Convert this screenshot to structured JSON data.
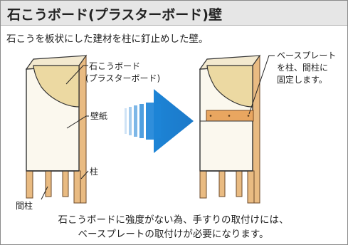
{
  "title": "石こうボード(プラスターボード)壁",
  "subtitle": "石こうを板状にした建材を柱に釘止めした壁。",
  "labels": {
    "gypsum_board_line1": "石こうボード",
    "gypsum_board_line2": "(プラスターボード)",
    "wallpaper": "壁紙",
    "pillar": "柱",
    "stud": "間柱",
    "base_plate_line1": "ベースプレート",
    "base_plate_line2": "を柱、間柱に",
    "base_plate_line3": "固定します。"
  },
  "note": {
    "line1": "石こうボードに強度がない為、手すりの取付けには、",
    "line2": "ベースプレートの取付けが必要になります。"
  },
  "colors": {
    "board": "#fbf8ee",
    "gypsum": "#ecd9a2",
    "wood": "#e9bb82",
    "base_plate": "#e9a660",
    "arrow": "#1d84d6",
    "title_bg": "#e6e6e6"
  }
}
